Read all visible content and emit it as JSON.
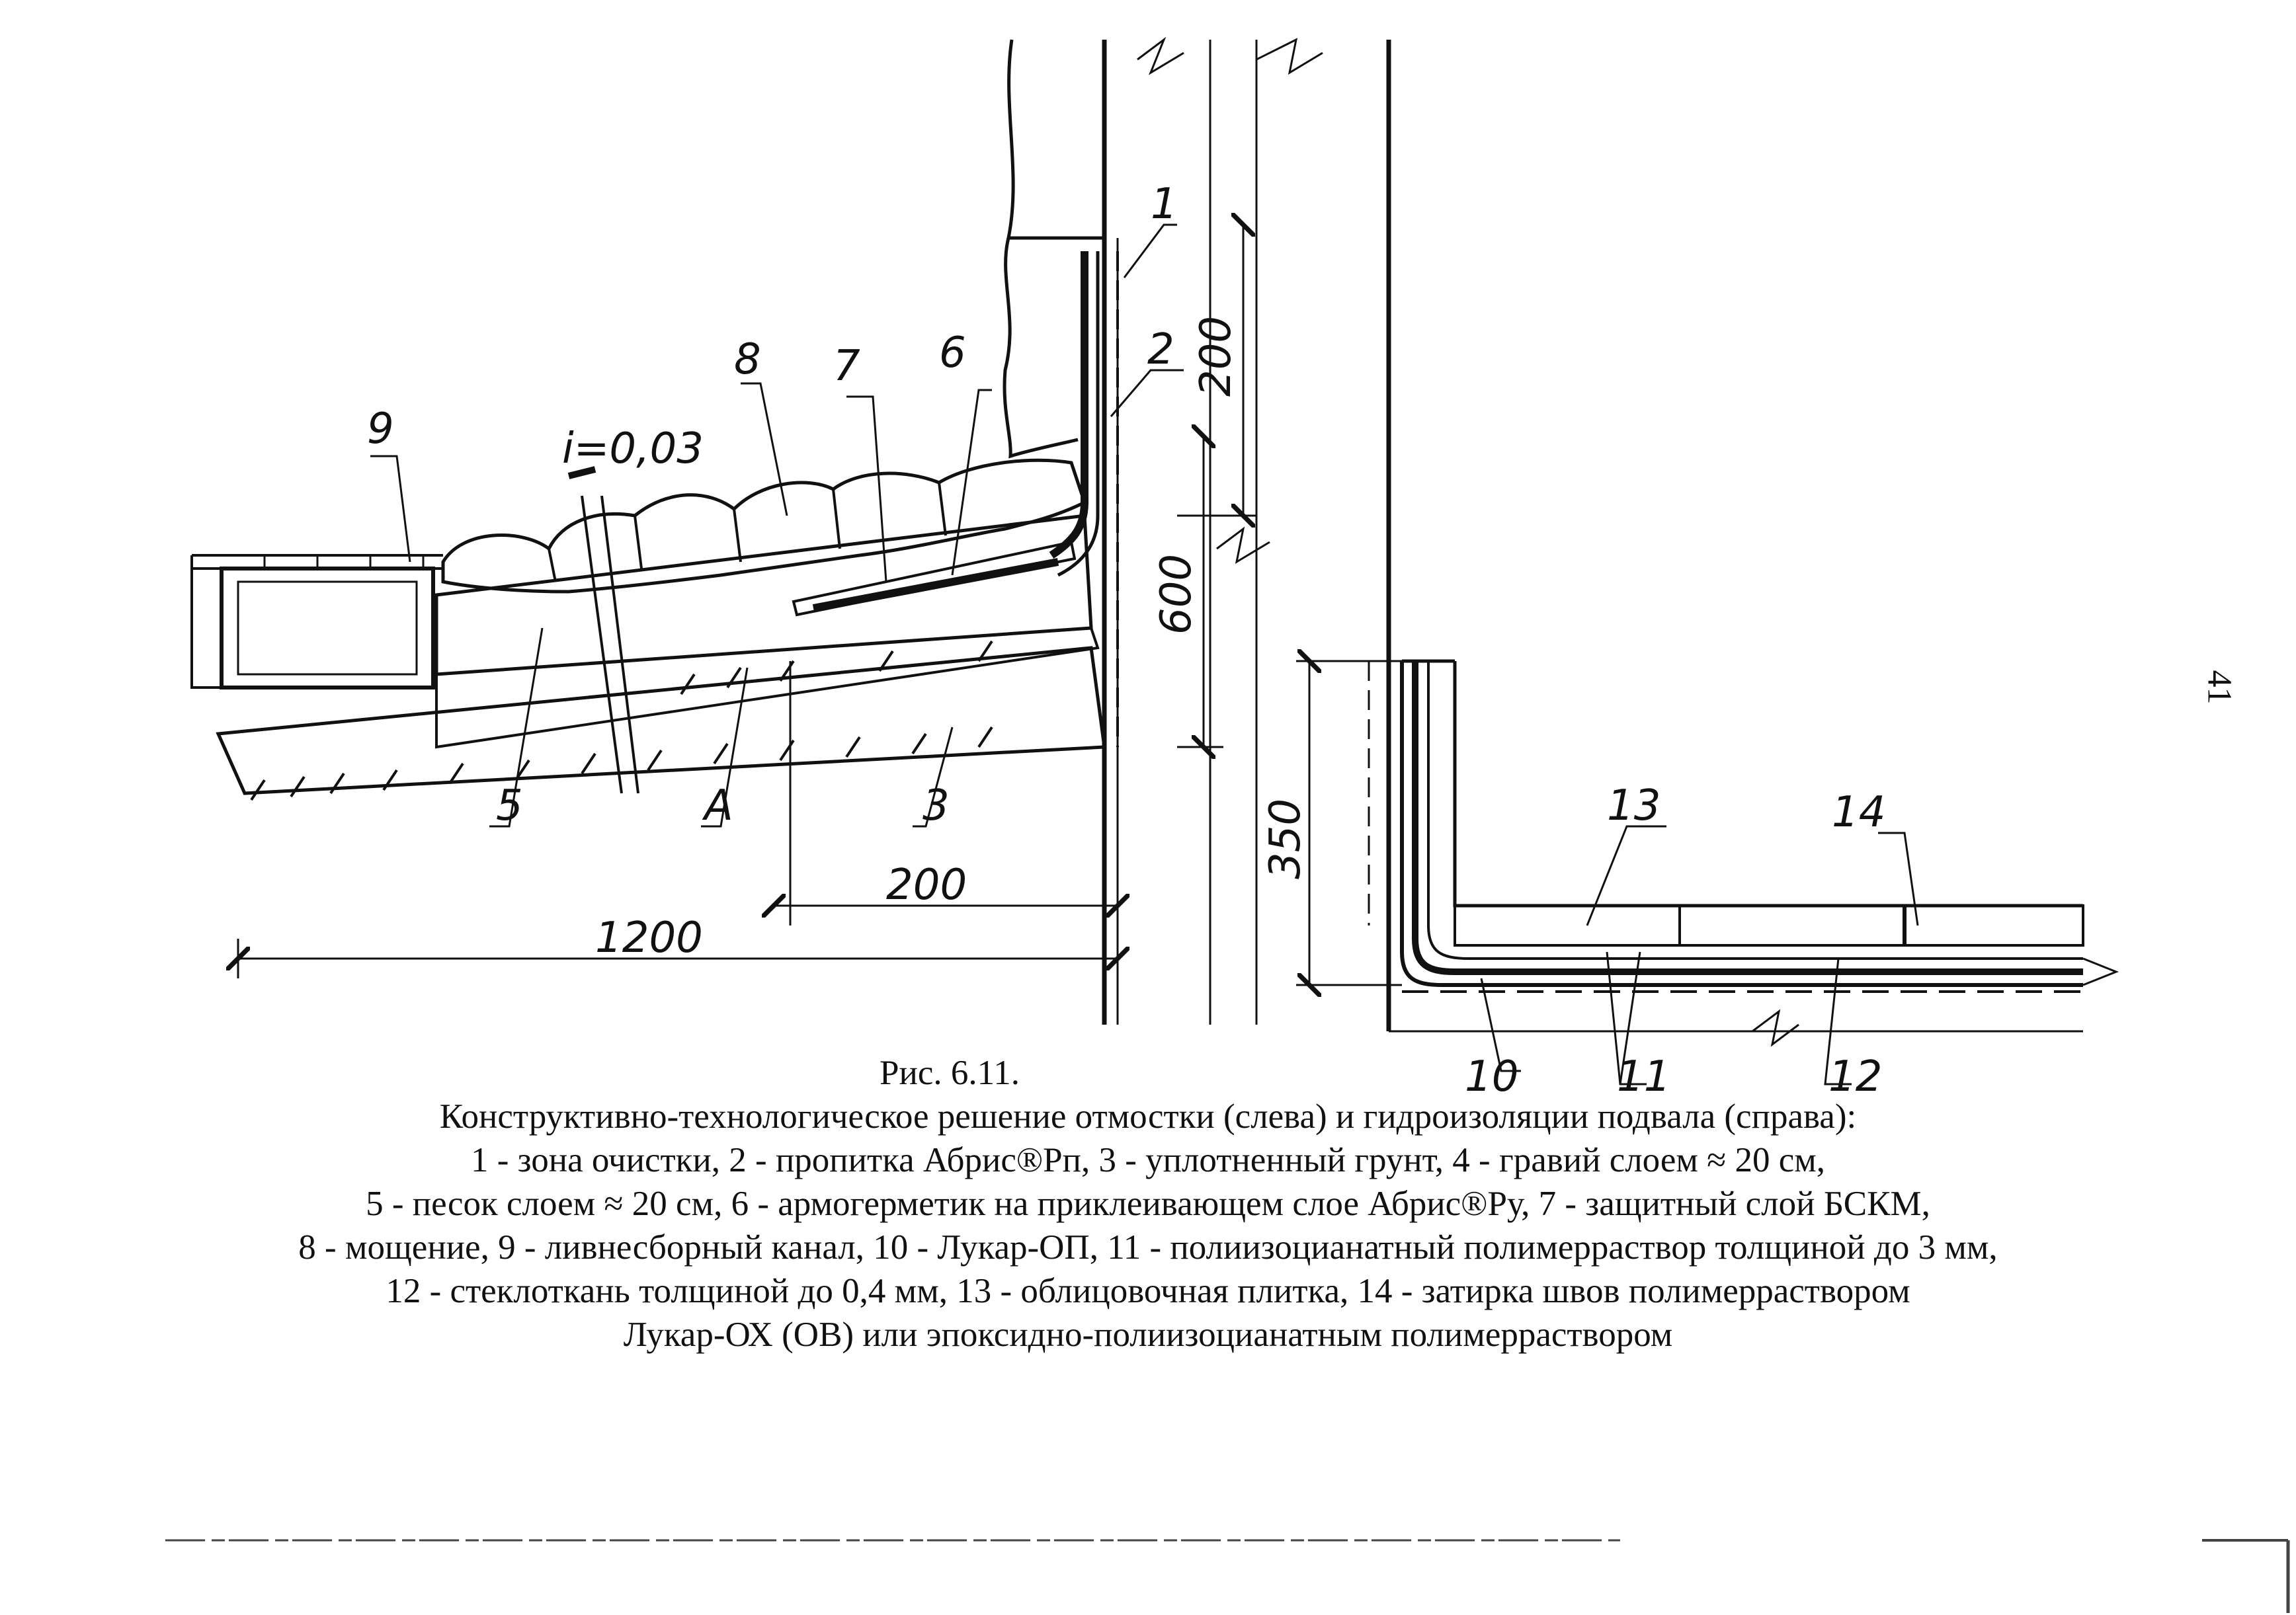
{
  "drawing": {
    "labels": {
      "l1": "1",
      "l2": "2",
      "l3": "3",
      "l4": "A",
      "l5": "5",
      "l6": "6",
      "l7": "7",
      "l8": "8",
      "l9": "9",
      "l10": "10",
      "l11": "11",
      "l12": "12",
      "l13": "13",
      "l14": "14"
    },
    "slope": "i=0,03",
    "dimensions": {
      "d1200": "1200",
      "d200_bottom": "200",
      "d200_vertical": "200",
      "d600": "600",
      "d350": "350"
    }
  },
  "caption": {
    "figure": "Рис. 6.11.",
    "title": "Конструктивно-технологическое решение отмостки (слева) и гидроизоляции подвала (справа):",
    "line1": "1 - зона очистки, 2 - пропитка Абрис®Рп, 3 - уплотненный грунт, 4 - гравий слоем ≈ 20 см,",
    "line2": "5 - песок слоем ≈ 20 см, 6 - армогерметик на приклеивающем слое Абрис®Ру, 7 - защитный слой БСКМ,",
    "line3": "8 - мощение, 9 - ливнесборный канал, 10 - Лукар-ОП, 11 - полиизоцианатный полимерраствор толщиной до 3 мм,",
    "line4": "12 - стеклоткань толщиной до 0,4 мм, 13 - облицовочная плитка, 14 - затирка швов полимерраствором",
    "line5": "Лукар-ОХ (ОВ) или эпоксидно-полиизоцианатным полимерраствором"
  },
  "page_number": "41"
}
